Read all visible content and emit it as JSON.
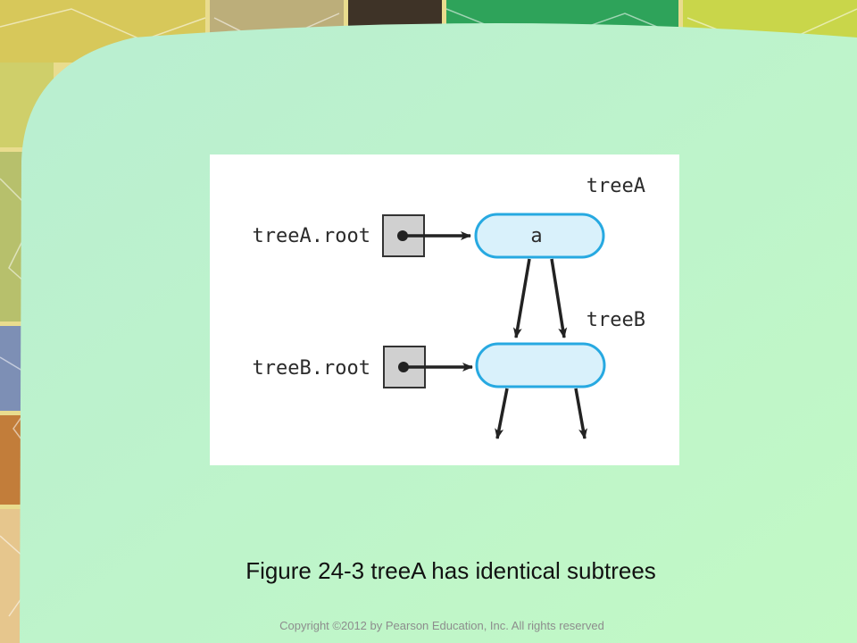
{
  "figure": {
    "tree_a_label": "treeA",
    "tree_b_label": "treeB",
    "tree_a_root_label": "treeA.root",
    "tree_b_root_label": "treeB.root",
    "node_a_value": "a"
  },
  "caption": "Figure 24-3 treeA has identical subtrees",
  "copyright": "Copyright ©2012 by Pearson Education, Inc. All rights reserved",
  "colors": {
    "node_fill": "#d9f1fb",
    "node_stroke": "#27a9e1",
    "panel_fill": "#c4f7c8",
    "box_fill": "#d0d0d0"
  }
}
